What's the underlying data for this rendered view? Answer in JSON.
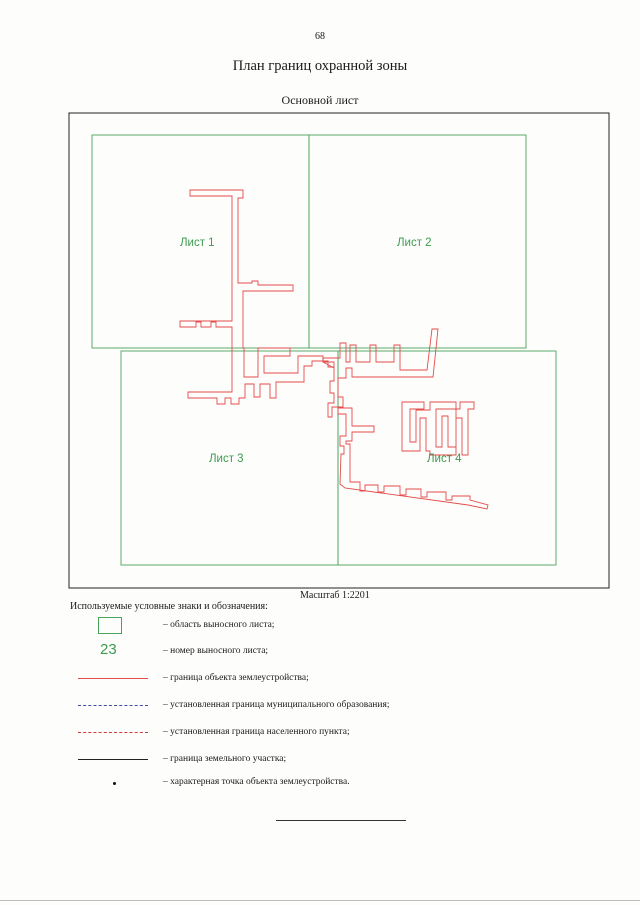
{
  "page_number": "68",
  "title": "План границ охранной зоны",
  "subtitle": "Основной лист",
  "map": {
    "sheet_labels": [
      "Лист 1",
      "Лист 2",
      "Лист 3",
      "Лист 4"
    ],
    "sheet_color": "#4aa35a",
    "object_boundary_color": "#e44c4c",
    "scale_label": "Масштаб 1:2201"
  },
  "legend": {
    "heading": "Используемые условные знаки и обозначения:",
    "sheet_number_example": "23",
    "items": [
      "– область выносного листа;",
      "– номер выносного листа;",
      "– граница объекта землеустройства;",
      "– установленная граница муниципального образования;",
      "– установленная граница населенного пункта;",
      "– граница земельного участка;",
      "– характерная точка объекта землеустройства."
    ]
  }
}
